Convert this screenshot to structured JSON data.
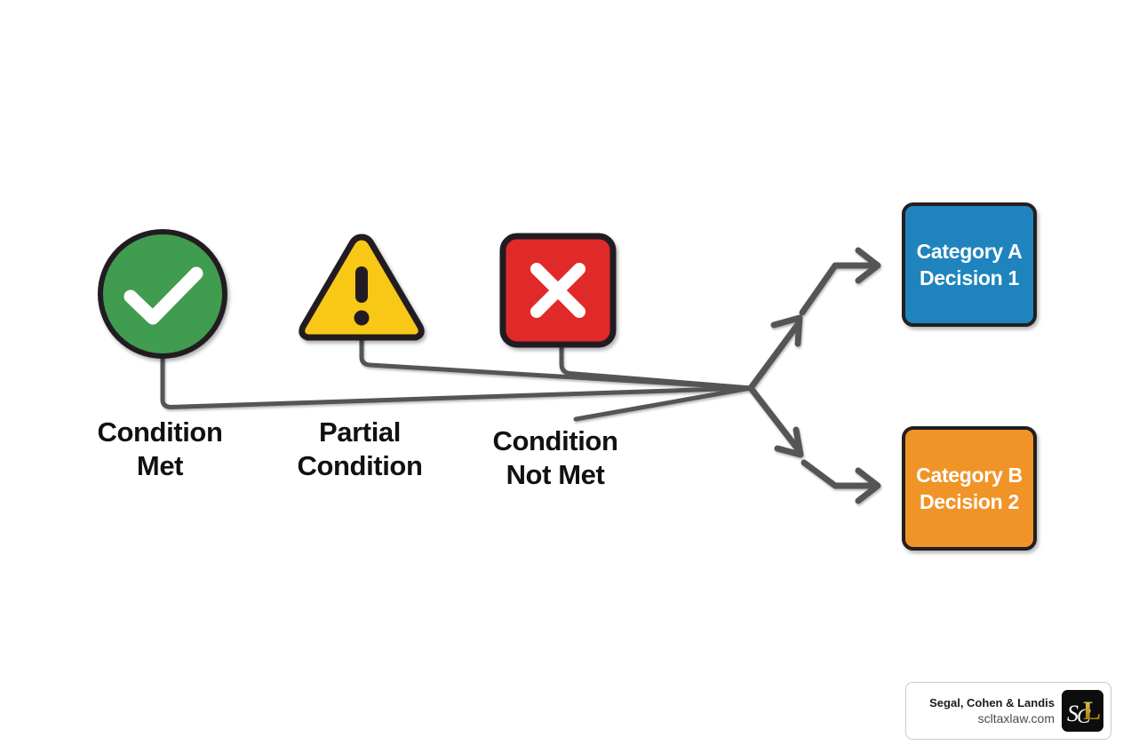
{
  "diagram": {
    "title": "Condition status to decision category flow",
    "background_color": "#ffffff",
    "connector_color": "#555555",
    "outline_color": "#231f20"
  },
  "status_nodes": [
    {
      "id": "condition-met",
      "icon": "check-circle-icon",
      "icon_shape": "circle",
      "label": "Condition\nMet",
      "fill_color": "#3f9c4f",
      "glyph_color": "#ffffff"
    },
    {
      "id": "partial-condition",
      "icon": "warning-triangle-icon",
      "icon_shape": "triangle",
      "label": "Partial\nCondition",
      "fill_color": "#f9c818",
      "glyph_color": "#231f20"
    },
    {
      "id": "condition-not-met",
      "icon": "x-square-icon",
      "icon_shape": "rounded-square",
      "label": "Condition\nNot Met",
      "fill_color": "#e02a2a",
      "glyph_color": "#ffffff"
    }
  ],
  "decision_boxes": [
    {
      "id": "category-a",
      "label": "Category A\nDecision 1",
      "fill_color": "#1f84bd",
      "text_color": "#ffffff"
    },
    {
      "id": "category-b",
      "label": "Category B\nDecision 2",
      "fill_color": "#f09428",
      "text_color": "#ffffff"
    }
  ],
  "watermark": {
    "firm_name": "Segal, Cohen & Landis",
    "website": "scltaxlaw.com",
    "logo_text": "SCL",
    "logo_background": "#0d0d0d",
    "logo_accent_color": "#c9a227"
  }
}
